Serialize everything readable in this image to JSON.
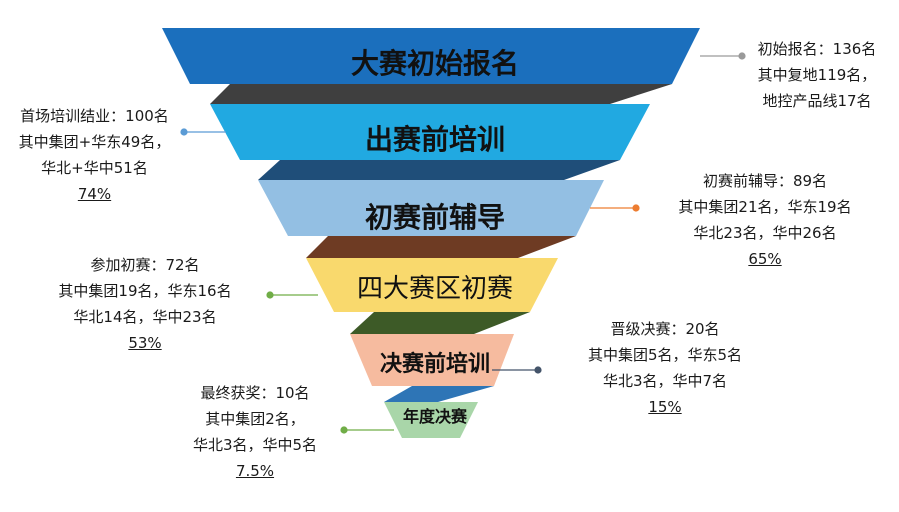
{
  "funnel": {
    "stages": [
      {
        "label": "大赛初始报名",
        "fill": "#1b6fbd",
        "text_color": "#111111"
      },
      {
        "label": "出赛前培训",
        "fill": "#21a9e1",
        "text_color": "#111111"
      },
      {
        "label": "初赛前辅导",
        "fill": "#93bfe3",
        "text_color": "#111111"
      },
      {
        "label": "四大赛区初赛",
        "fill": "#f9d96d",
        "text_color": "#111111"
      },
      {
        "label": "决赛前培训",
        "fill": "#f6bb9f",
        "text_color": "#111111"
      },
      {
        "label": "年度决赛",
        "fill": "#a9d6a9",
        "text_color": "#111111"
      }
    ],
    "connector_colors": [
      "#3f3f3f",
      "#1f4e79",
      "#6e3b23",
      "#3d5a27",
      "#2e75b6"
    ]
  },
  "annotations": {
    "initial": {
      "lines": [
        "初始报名：136名",
        "其中复地119名，",
        "地控产品线17名"
      ],
      "dot_color": "#9a9a9a"
    },
    "training": {
      "lines": [
        "首场培训结业：100名",
        "其中集团+华东49名，",
        "华北+华中51名"
      ],
      "percent": "74%",
      "dot_color": "#5b9bd5"
    },
    "coaching": {
      "lines": [
        "初赛前辅导：89名",
        "其中集团21名，华东19名",
        "华北23名，华中26名"
      ],
      "percent": "65%",
      "dot_color": "#ed7d31"
    },
    "prelim": {
      "lines": [
        "参加初赛：72名",
        "其中集团19名，华东16名",
        "华北14名，华中23名"
      ],
      "percent": "53%",
      "dot_color": "#70ad47"
    },
    "final_training": {
      "lines": [
        "晋级决赛：20名",
        "其中集团5名，华东5名",
        "华北3名，华中7名"
      ],
      "percent": "15%",
      "dot_color": "#44546a"
    },
    "final": {
      "lines": [
        "最终获奖：10名",
        "其中集团2名，",
        "华北3名，华中5名"
      ],
      "percent": "7.5%",
      "dot_color": "#70ad47"
    }
  }
}
